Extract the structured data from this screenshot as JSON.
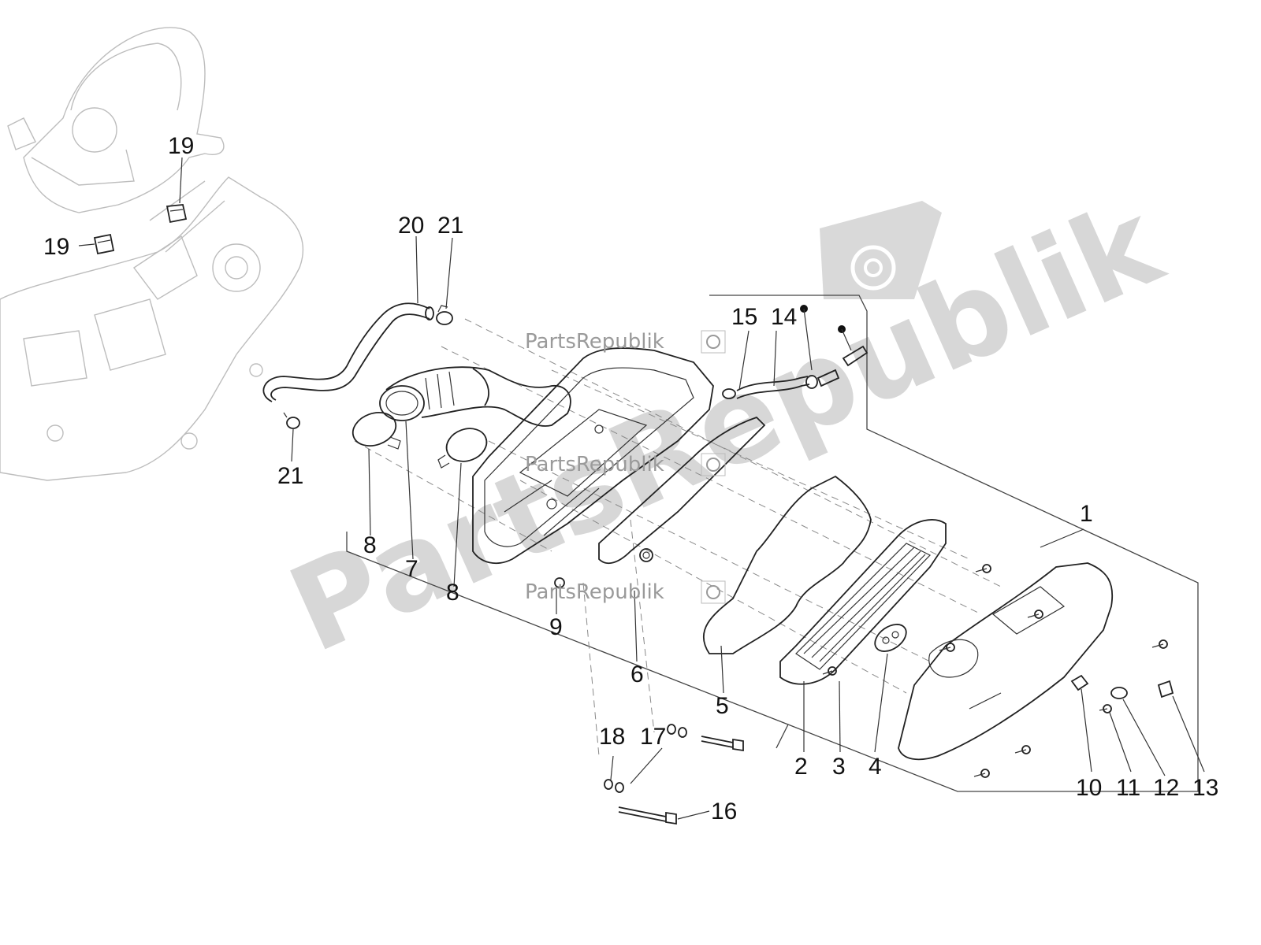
{
  "watermark": {
    "brand": "PartsRepublik",
    "big_text": "PartsRepublik",
    "logo_icon": "gear-flag-logo-icon"
  },
  "callouts": {
    "c1": "1",
    "c2": "2",
    "c3": "3",
    "c4": "4",
    "c5": "5",
    "c6": "6",
    "c7": "7",
    "c8a": "8",
    "c8b": "8",
    "c9": "9",
    "c10": "10",
    "c11": "11",
    "c12": "12",
    "c13": "13",
    "c14": "14",
    "c15": "15",
    "c16": "16",
    "c17": "17",
    "c18": "18",
    "c19a": "19",
    "c19b": "19",
    "c20": "20",
    "c21a": "21",
    "c21b": "21"
  },
  "colors": {
    "line": "#222222",
    "ghost": "#bdbdbd",
    "watermark_text": "#9a9a9a",
    "watermark_big": "#d7d7d7"
  }
}
